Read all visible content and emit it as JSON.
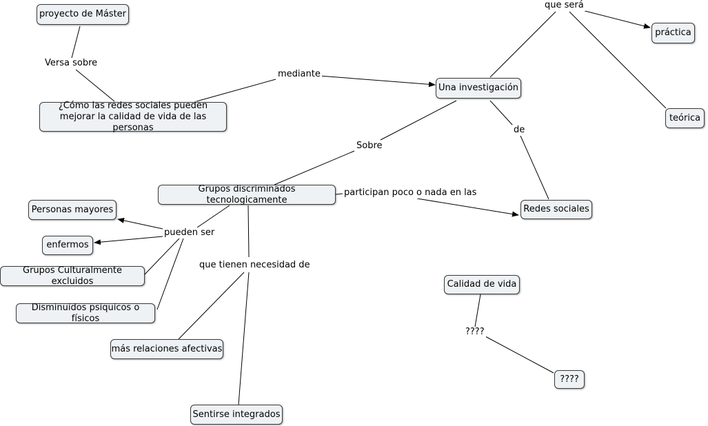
{
  "concept_map": {
    "nodes": {
      "proyecto": "proyecto de Máster",
      "pregunta": "¿Cómo las redes sociales pueden\nmejorar la calidad de vida de las personas",
      "investigacion": "Una investigación",
      "practica": "práctica",
      "teorica": "teórica",
      "grupos": "Grupos discriminados tecnologicamente",
      "redes": "Redes sociales",
      "mayores": "Personas mayores",
      "enfermos": "enfermos",
      "culturales": "Grupos Culturalmente excluidos",
      "disminuidos": "Disminuidos psiquicos o físicos",
      "relaciones": "más relaciones afectivas",
      "integrados": "Sentirse integrados",
      "calidad": "Calidad de vida",
      "incognita": "????"
    },
    "links": {
      "versa": "Versa sobre",
      "mediante": "mediante",
      "que_sera": "que será",
      "de": "de",
      "sobre": "Sobre",
      "participan": "participan poco o nada en las",
      "pueden_ser": "pueden ser",
      "necesidad": "que tienen necesidad de",
      "incognita_link": "????"
    }
  }
}
